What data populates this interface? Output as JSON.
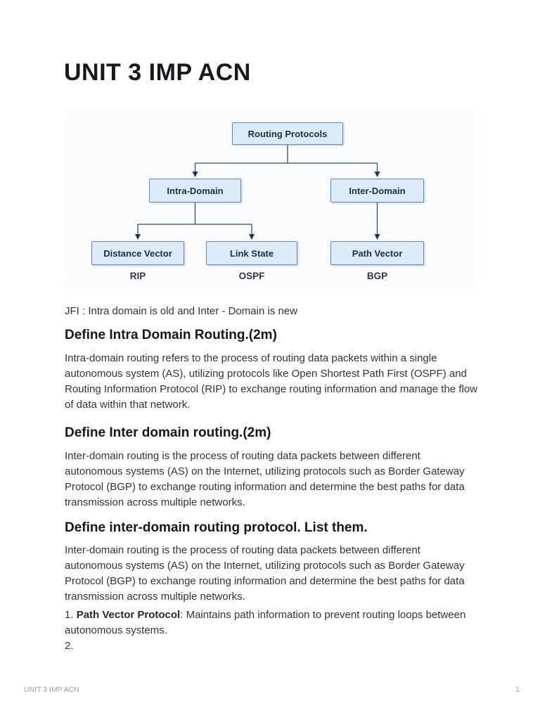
{
  "document": {
    "title": "UNIT 3 IMP ACN",
    "note": "JFI : Intra domain is old and Inter - Domain is new",
    "sections": [
      {
        "heading": "Define Intra Domain Routing.(2m)",
        "body": "Intra-domain routing refers to the process of routing data packets within a single autonomous system (AS), utilizing protocols like Open Shortest Path First (OSPF) and Routing Information Protocol (RIP) to exchange routing information and manage the flow of data within that network."
      },
      {
        "heading": "Define Inter domain routing.(2m)",
        "body": "Inter-domain routing is the process of routing data packets between different autonomous systems (AS) on the Internet, utilizing protocols such as Border Gateway Protocol (BGP) to exchange routing information and determine the best paths for data transmission across multiple networks."
      },
      {
        "heading": "Define inter-domain routing protocol. List them.",
        "body": "Inter-domain routing is the process of routing data packets between different autonomous systems (AS) on the Internet, utilizing protocols such as Border Gateway Protocol (BGP) to exchange routing information and determine the best paths for data transmission across multiple networks."
      }
    ],
    "list": {
      "item1_number": "1. ",
      "item1_bold": "Path Vector Protocol",
      "item1_rest": ": Maintains path information to prevent routing loops between autonomous systems.",
      "item2_number": "2."
    },
    "footer": {
      "left": "UNIT 3 IMP ACN",
      "page_number": "1"
    }
  },
  "diagram": {
    "root": {
      "label": "Routing Protocols"
    },
    "children": [
      {
        "label": "Intra-Domain"
      },
      {
        "label": "Inter-Domain"
      }
    ],
    "leaves": [
      {
        "label": "Distance Vector",
        "protocol": "RIP"
      },
      {
        "label": "Link State",
        "protocol": "OSPF"
      },
      {
        "label": "Path Vector",
        "protocol": "BGP"
      }
    ],
    "colors": {
      "box_fill": "#dcebf8",
      "box_border": "#5b8ac0",
      "connector_line": "#2a4d7e",
      "arrowhead": "#17375e",
      "box_text": "#1c2f45"
    }
  }
}
